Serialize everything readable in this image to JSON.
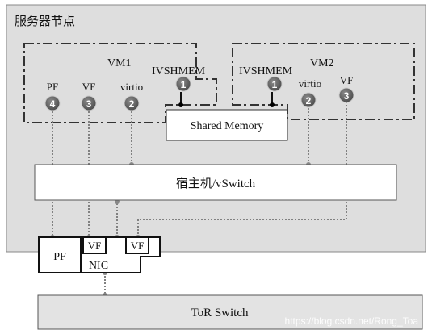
{
  "server_node": {
    "title": "服务器节点"
  },
  "vm1": {
    "title": "VM1",
    "ivshmem_label": "IVSHMEM",
    "pf_label": "PF",
    "vf_label": "VF",
    "virtio_label": "virtio",
    "badges": {
      "ivshmem": "1",
      "pf": "4",
      "vf": "3",
      "virtio": "2"
    }
  },
  "vm2": {
    "title": "VM2",
    "ivshmem_label": "IVSHMEM",
    "virtio_label": "virtio",
    "vf_label": "VF",
    "badges": {
      "ivshmem": "1",
      "virtio": "2",
      "vf": "3"
    }
  },
  "shared_memory": {
    "label": "Shared Memory"
  },
  "vswitch": {
    "label": "宿主机/vSwitch"
  },
  "nic": {
    "label": "NIC",
    "pf_label": "PF",
    "vf1_label": "VF",
    "vf2_label": "VF"
  },
  "tor_switch": {
    "label": "ToR Switch"
  },
  "watermark": {
    "text": "https://blog.csdn.net/Rong_Toa"
  },
  "colors": {
    "server_fill": "#dedede",
    "badge_fill": "#6e6e6e",
    "line": "#222222",
    "dotted_line": "#808080"
  }
}
